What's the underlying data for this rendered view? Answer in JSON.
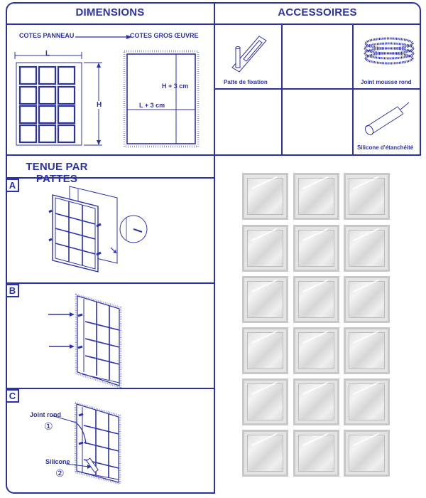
{
  "dimensions": {
    "title": "DIMENSIONS",
    "from_label": "COTES PANNEAU",
    "to_label": "COTES GROS ŒUVRE",
    "width_label": "L",
    "height_label": "H",
    "height_plus_label": "H + 3 cm",
    "width_plus_label": "L + 3 cm",
    "panel_grid": {
      "cols": 3,
      "rows": 4
    }
  },
  "accessories": {
    "title": "ACCESSOIRES",
    "items": [
      {
        "label": "Patte de fixation",
        "icon": "fixing-bracket-icon"
      },
      {
        "label": "",
        "icon": ""
      },
      {
        "label": "Joint mousse rond",
        "icon": "foam-joint-coil-icon"
      },
      {
        "label": "",
        "icon": ""
      },
      {
        "label": "",
        "icon": ""
      },
      {
        "label": "Silicone d'étanchéité",
        "icon": "silicone-tube-icon"
      }
    ]
  },
  "mounting": {
    "title": "TENUE PAR PATTES",
    "steps": [
      {
        "tag": "A"
      },
      {
        "tag": "B"
      },
      {
        "tag": "C",
        "callouts": [
          {
            "label": "Joint rond",
            "number": "①"
          },
          {
            "label": "Silicone",
            "number": "②"
          }
        ]
      }
    ]
  },
  "photo": {
    "description": "Glass block panel photo",
    "grid": {
      "cols": 3,
      "rows": 6
    }
  },
  "colors": {
    "line_blue": "#2b31a6",
    "background": "#ffffff",
    "glass_gray": "#d6d6d6"
  }
}
